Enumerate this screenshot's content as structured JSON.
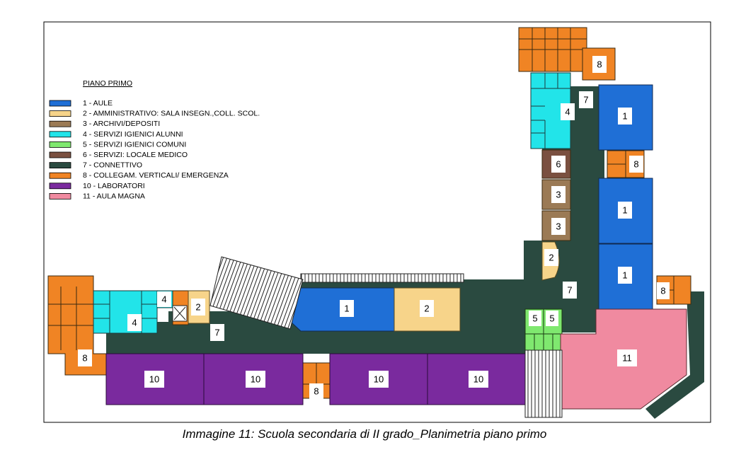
{
  "legend": {
    "title": "PIANO PRIMO",
    "items": [
      {
        "label": "1 - AULE",
        "color": "#1f6fd6"
      },
      {
        "label": "2 - AMMINISTRATIVO:  SALA INSEGN.,COLL. SCOL.",
        "color": "#f7d48a"
      },
      {
        "label": "3 - ARCHIVI/DEPOSITI",
        "color": "#9b7a55"
      },
      {
        "label": "4 - SERVIZI IGIENICI ALUNNI",
        "color": "#22e4e9"
      },
      {
        "label": "5 - SERVIZI IGIENICI COMUNI",
        "color": "#7fe86f"
      },
      {
        "label": "6 - SERVIZI: LOCALE MEDICO",
        "color": "#7a5040"
      },
      {
        "label": "7 - CONNETTIVO",
        "color": "#2a4a40"
      },
      {
        "label": "8 - COLLEGAM. VERTICALI/ EMERGENZA",
        "color": "#f08424"
      },
      {
        "label": "10 - LABORATORI",
        "color": "#7a2a9e"
      },
      {
        "label": "11 - AULA MAGNA",
        "color": "#f08aa0"
      }
    ]
  },
  "rooms": {
    "r1a": "1",
    "r1b": "1",
    "r1c": "1",
    "r1d": "1",
    "r2a": "2",
    "r2b": "2",
    "r2c": "2",
    "r3a": "3",
    "r3b": "3",
    "r4a": "4",
    "r4b": "4",
    "r4c": "4",
    "r5a": "5",
    "r5b": "5",
    "r6": "6",
    "r7a": "7",
    "r7b": "7",
    "r7c": "7",
    "r8a": "8",
    "r8b": "8",
    "r8c": "8",
    "r8d": "8",
    "r8e": "8",
    "r10a": "10",
    "r10b": "10",
    "r10c": "10",
    "r10d": "10",
    "r11": "11"
  },
  "caption": "Immagine 11: Scuola secondaria di II grado_Planimetria piano primo"
}
